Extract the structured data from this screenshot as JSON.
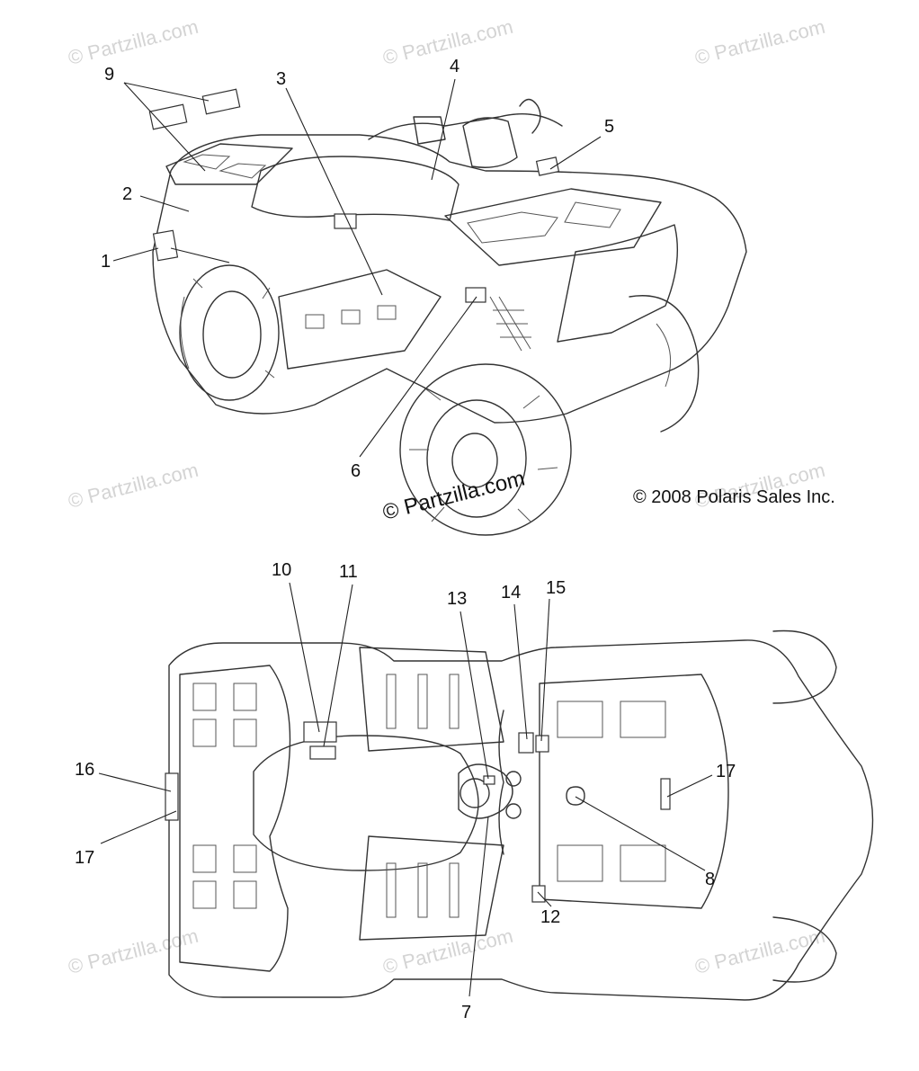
{
  "watermarks": [
    "© Partzilla.com",
    "© Partzilla.com",
    "© Partzilla.com",
    "© Partzilla.com",
    "© Partzilla.com",
    "© Partzilla.com",
    "© Partzilla.com",
    "© Partzilla.com",
    "© Partzilla.com"
  ],
  "center_watermark": "© Partzilla.com",
  "copyright": "© 2008 Polaris Sales Inc.",
  "top_view_callouts": [
    "1",
    "2",
    "3",
    "4",
    "5",
    "6",
    "9"
  ],
  "bottom_view_callouts": [
    "10",
    "11",
    "13",
    "14",
    "15",
    "16",
    "17",
    "17",
    "8",
    "7",
    "12"
  ],
  "colors": {
    "line": "#222222",
    "watermark": "#d4d4d4",
    "background": "#ffffff"
  }
}
